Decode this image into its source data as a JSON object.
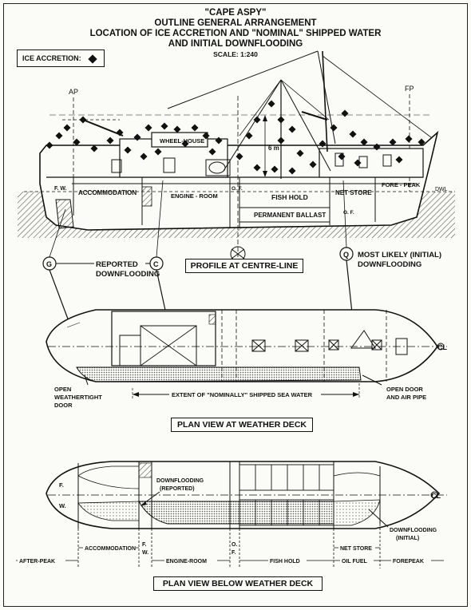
{
  "title": {
    "line1": "\"CAPE ASPY\"",
    "line2": "OUTLINE GENERAL ARRANGEMENT",
    "line3": "LOCATION OF ICE ACCRETION AND \"NOMINAL\" SHIPPED WATER",
    "line4": "AND INITIAL DOWNFLOODING",
    "scale": "SCALE: 1:240"
  },
  "legend": {
    "label": "ICE ACCRETION:",
    "icon": "diamond-icon"
  },
  "profile": {
    "caption": "PROFILE AT CENTRE-LINE",
    "ap": "AP",
    "fp": "FP",
    "dwl": "DWL",
    "wheelhouse": "WHEEL-HOUSE",
    "height_mark": "6 m",
    "fw": "F. W.",
    "accommodation": "ACCOMMODATION",
    "engine": "ENGINE - ROOM",
    "of": "O. F.",
    "fish_hold": "FISH HOLD",
    "net_store": "NET STORE",
    "fore_peak": "FORE - PEAK",
    "ballast": "PERMANENT BALLAST",
    "of2": "O. F."
  },
  "callouts": {
    "g": "G",
    "c": "C",
    "q": "Q",
    "reported": "REPORTED",
    "downflooding": "DOWNFLOODING",
    "most_likely": "MOST LIKELY (INITIAL)",
    "downflooding2": "DOWNFLOODING"
  },
  "plan_weather": {
    "caption": "PLAN VIEW AT WEATHER DECK",
    "open_door_1": "OPEN",
    "open_door_2": "WEATHERTIGHT",
    "open_door_3": "DOOR",
    "extent": "EXTENT OF \"NOMINALLY\" SHIPPED SEA WATER",
    "open_door_air_1": "OPEN DOOR",
    "open_door_air_2": "AND AIR PIPE",
    "cl": "CL"
  },
  "plan_below": {
    "caption": "PLAN VIEW BELOW WEATHER DECK",
    "f": "F.",
    "w": "W.",
    "df_reported_1": "DOWNFLOODING",
    "df_reported_2": "(REPORTED)",
    "df_initial_1": "DOWNFLOODING",
    "df_initial_2": "(INITIAL)",
    "cl": "CL",
    "after_peak": "AFTER-PEAK",
    "accommodation": "ACCOMMODATION",
    "fw_f": "F.",
    "fw_w": "W.",
    "engine": "ENGINE-ROOM",
    "of_o": "O.",
    "of_f": "F.",
    "fish_hold": "FISH HOLD",
    "net_store": "NET STORE",
    "oil_fuel": "OIL FUEL",
    "forepeak": "FOREPEAK"
  }
}
